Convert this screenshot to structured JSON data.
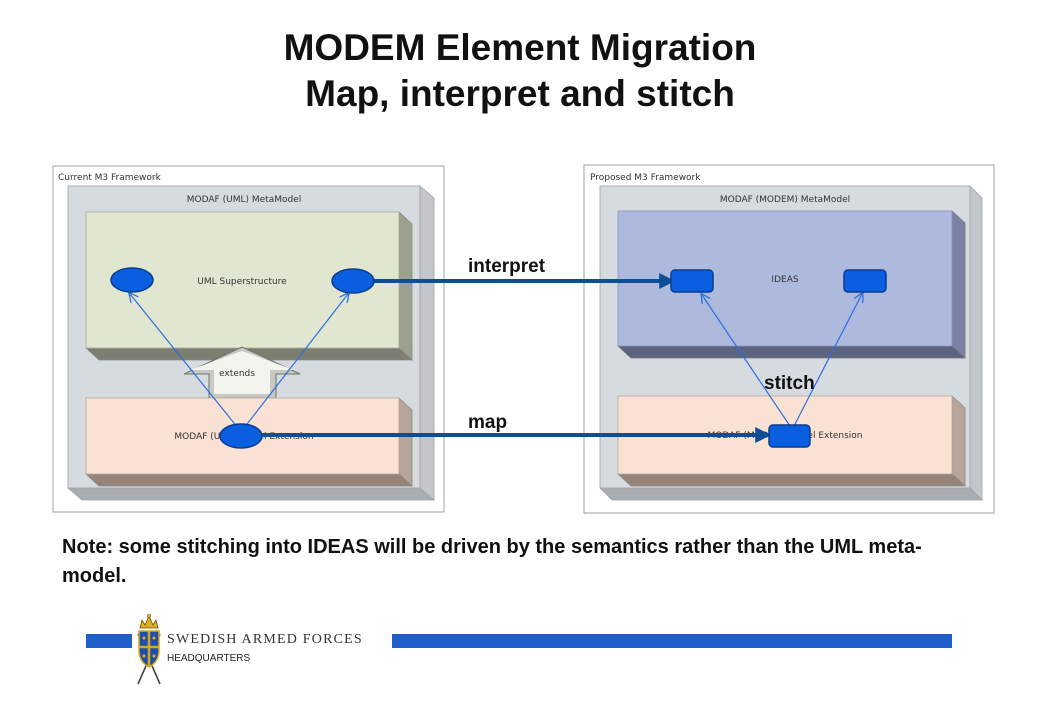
{
  "title": {
    "line1": "MODEM Element Migration",
    "line2": "Map, interpret and stitch"
  },
  "left_framework": {
    "label": "Current M3 Framework",
    "metamodel_label": "MODAF (UML) MetaModel",
    "superstructure_label": "UML Superstructure",
    "extends_label": "extends",
    "extension_label": "MODAF (UML) Model Extension"
  },
  "right_framework": {
    "label": "Proposed M3 Framework",
    "metamodel_label": "MODAF (MODEM) MetaModel",
    "ideas_label": "IDEAS",
    "extension_label": "MODAF (MODEM) Model Extension"
  },
  "arrows": {
    "interpret": "interpret",
    "map": "map",
    "stitch": "stitch"
  },
  "note": "Note: some stitching into IDEAS will be driven by the semantics rather than the UML meta-model.",
  "footer": {
    "organization": "SWEDISH ARMED FORCES",
    "subtitle": "HEADQUARTERS"
  },
  "colors": {
    "node_fill": "#0a5fe0",
    "arrow": "#0d4f96",
    "thin_arrow": "#2c6fe0",
    "footer_bar": "#1f5fc9",
    "uml_box": "#e1e6d1",
    "extension_box": "#f9e2d3",
    "ideas_box": "#aeb9de"
  }
}
